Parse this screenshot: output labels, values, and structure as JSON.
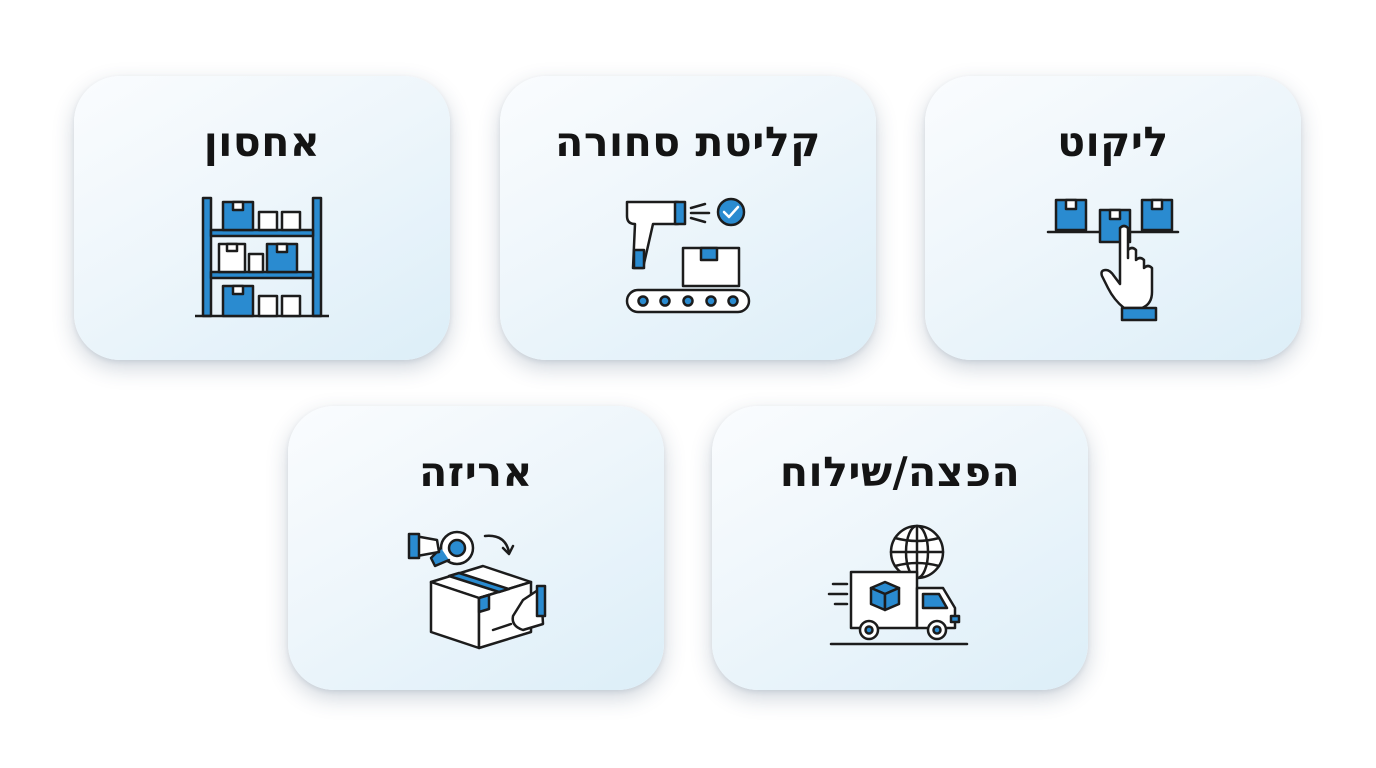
{
  "cards": {
    "storage": {
      "title": "אחסון",
      "icon": "warehouse-shelves-icon"
    },
    "receiving": {
      "title": "קליטת סחורה",
      "icon": "barcode-scanner-conveyor-icon"
    },
    "picking": {
      "title": "ליקוט",
      "icon": "hand-picking-box-icon"
    },
    "packing": {
      "title": "אריזה",
      "icon": "tape-sealing-box-icon"
    },
    "shipping": {
      "title": "הפצה/שילוח",
      "icon": "global-delivery-truck-icon"
    }
  },
  "colors": {
    "accent_blue": "#2a8bd0",
    "outline": "#1c1c1c",
    "title_text": "#141414",
    "card_gradient_start": "#fafcfe",
    "card_gradient_end": "#dceef8"
  }
}
